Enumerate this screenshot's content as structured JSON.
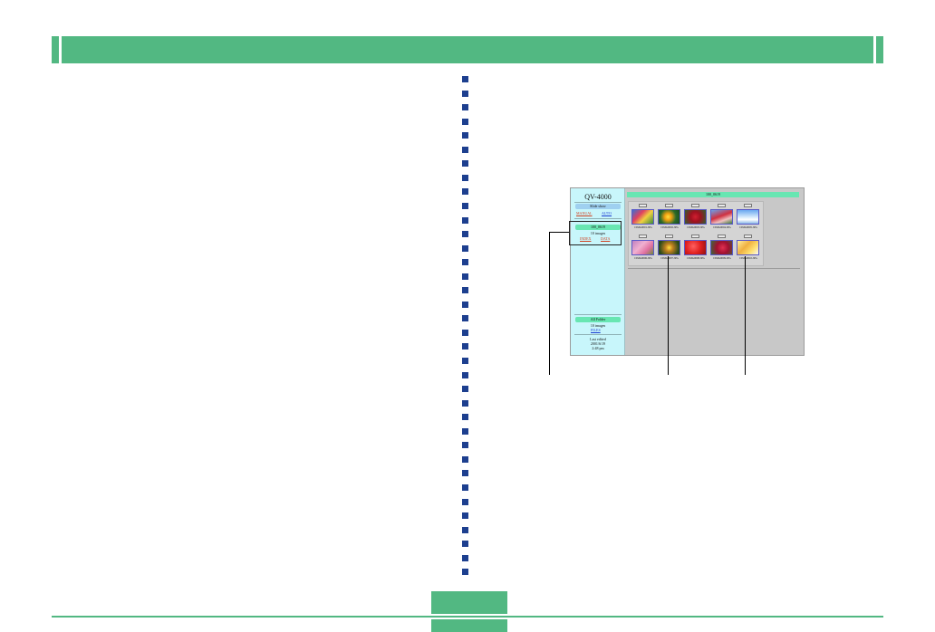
{
  "colors": {
    "header_green": "#52b882",
    "bullet_blue": "#1d3f8f",
    "sidebar_cyan": "#c8f6fb",
    "pill_green": "#68e6b2",
    "link_red": "#d04020",
    "link_blue": "#1a3ad0"
  },
  "header": {},
  "screenshot": {
    "model": "QV-4000",
    "slideshow_label": "Slide show",
    "manual_link": "MANUAL",
    "auto_link": "AUTO",
    "folder_name": "100_0619",
    "folder_count": "10 images",
    "index_link": "INDEX",
    "data_link": "DATA",
    "all_folder_label": "All Folder",
    "all_folder_count": "10 images",
    "files_link": "FILES",
    "last_edited_label": "Last edited",
    "last_edited_date": "2001/6/19",
    "last_edited_time": "2:48 pm",
    "main_folder_title": "100_0619",
    "thumbnails": [
      {
        "tag": "A2",
        "file": "CIMG0001.JPG",
        "image": "flower1-icon"
      },
      {
        "tag": "A2",
        "file": "CIMG0002.JPG",
        "image": "flower2-icon"
      },
      {
        "tag": "A2",
        "file": "CIMG0003.JPG",
        "image": "flower3-icon"
      },
      {
        "tag": "A2",
        "file": "CIMG0004.JPG",
        "image": "flower4-icon"
      },
      {
        "tag": "A2",
        "file": "CIMG0005.JPG",
        "image": "sky-icon"
      },
      {
        "tag": "▭",
        "file": "CIMG0006.JPG",
        "image": "pink-flower-icon"
      },
      {
        "tag": "▭",
        "file": "CIMG0007.JPG",
        "image": "yellow-flower-icon"
      },
      {
        "tag": "▭",
        "file": "CIMG0008.JPG",
        "image": "red-flower-icon"
      },
      {
        "tag": "▭",
        "file": "CIMG0009.JPG",
        "image": "roses-icon"
      },
      {
        "tag": "▭",
        "file": "CIMG0010.JPG",
        "image": "orange-flower-icon"
      }
    ]
  }
}
